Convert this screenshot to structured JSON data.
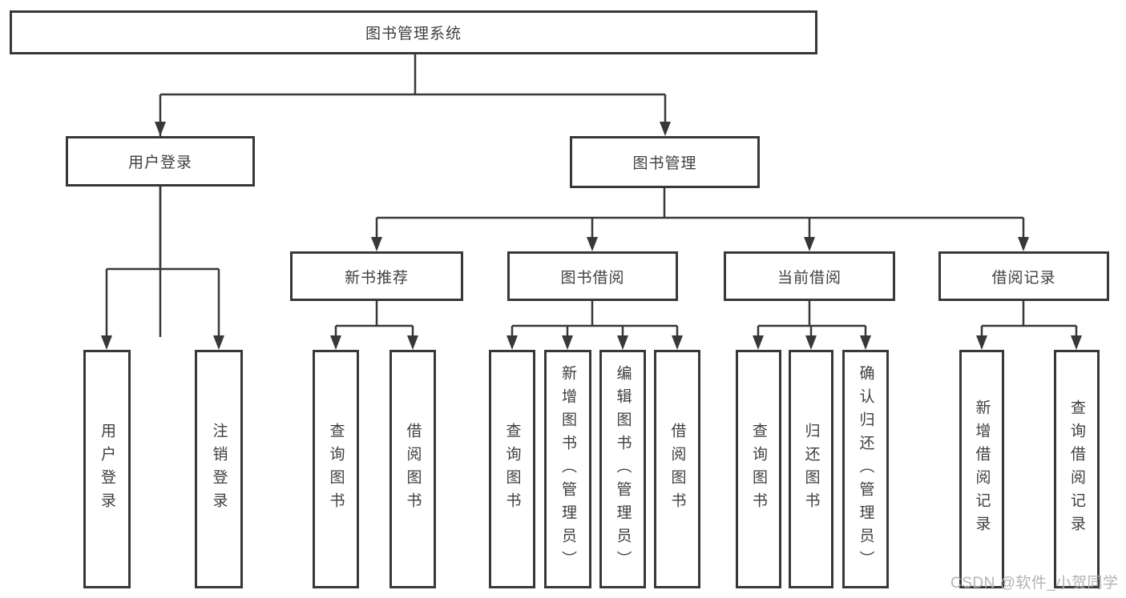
{
  "diagram": {
    "root": {
      "label": "图书管理系统"
    },
    "branches": [
      {
        "label": "用户登录",
        "children": [
          {
            "label": "用户登录"
          },
          {
            "label": "注销登录"
          }
        ]
      },
      {
        "label": "图书管理",
        "children": [
          {
            "label": "新书推荐",
            "children": [
              {
                "label": "查询图书"
              },
              {
                "label": "借阅图书"
              }
            ]
          },
          {
            "label": "图书借阅",
            "children": [
              {
                "label": "查询图书"
              },
              {
                "label": "新增图书（管理员）"
              },
              {
                "label": "编辑图书（管理员）"
              },
              {
                "label": "借阅图书"
              }
            ]
          },
          {
            "label": "当前借阅",
            "children": [
              {
                "label": "查询图书"
              },
              {
                "label": "归还图书"
              },
              {
                "label": "确认归还（管理员）"
              }
            ]
          },
          {
            "label": "借阅记录",
            "children": [
              {
                "label": "新增借阅记录"
              },
              {
                "label": "查询借阅记录"
              }
            ]
          }
        ]
      }
    ]
  },
  "watermark": {
    "text": "CSDN @软件_小贺同学"
  },
  "colors": {
    "line": "#383838",
    "box_border": "#383838",
    "text": "#404040",
    "watermark": "#b3b3b3",
    "background": "#ffffff"
  }
}
